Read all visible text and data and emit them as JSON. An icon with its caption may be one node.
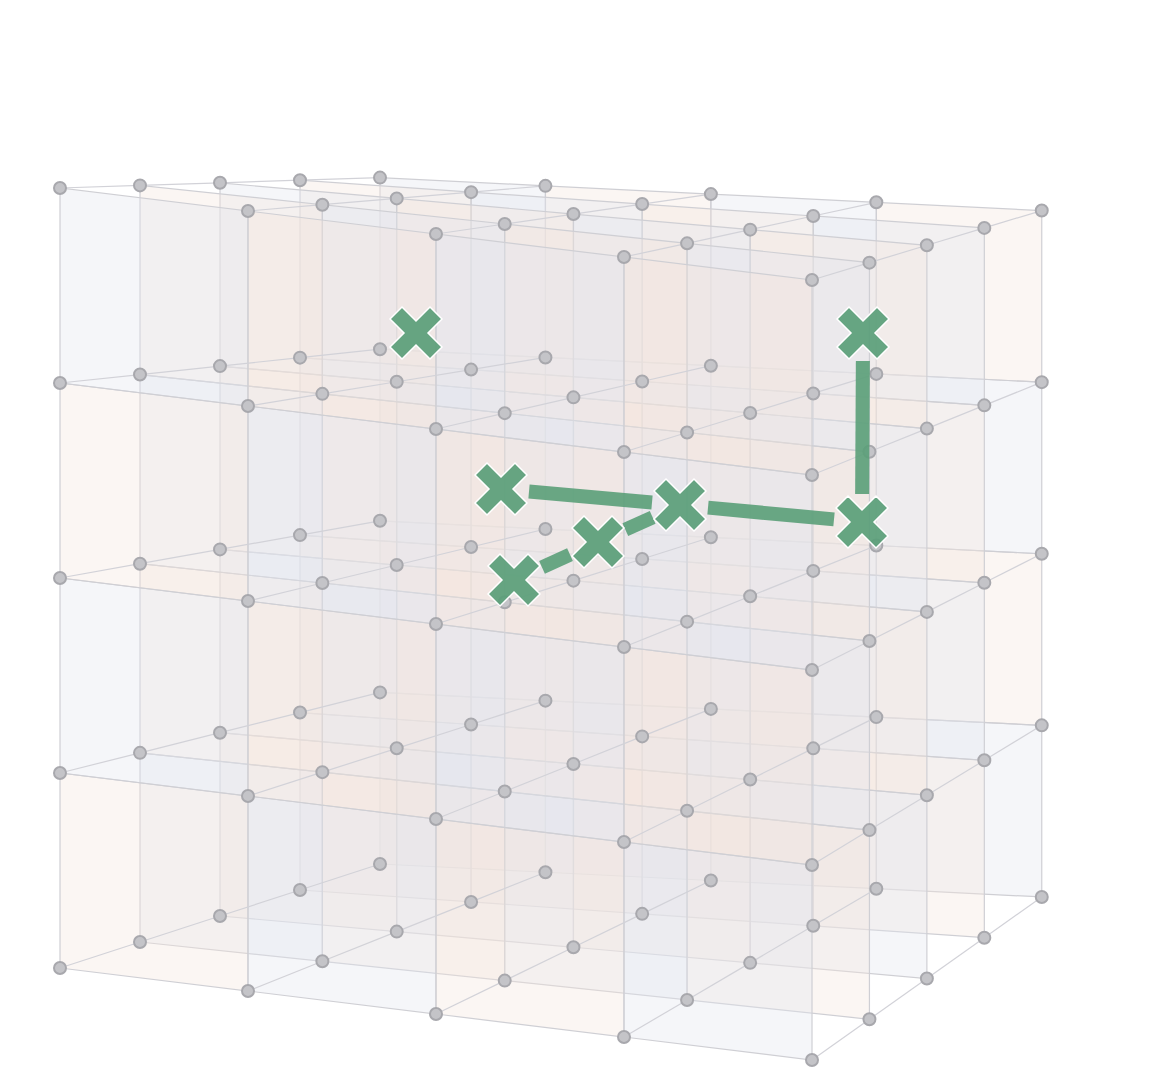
{
  "diagram": {
    "nodes": [
      {
        "text": [],
        "shape": "cross"
      },
      {
        "text": [],
        "shape": "cross"
      },
      {
        "text": [],
        "shape": "cross"
      },
      {
        "text": [],
        "shape": "cross"
      },
      {
        "text": [],
        "shape": "cross"
      },
      {
        "text": [],
        "shape": "cross"
      },
      {
        "text": [],
        "shape": "cross"
      }
    ],
    "edges": [
      {
        "from": 2,
        "to": 3,
        "arrow": "none"
      },
      {
        "from": 3,
        "to": 4,
        "arrow": "none"
      },
      {
        "from": 4,
        "to": 1,
        "arrow": "none"
      },
      {
        "from": 3,
        "to": 5,
        "arrow": "none"
      },
      {
        "from": 5,
        "to": 6,
        "arrow": "none"
      }
    ]
  }
}
